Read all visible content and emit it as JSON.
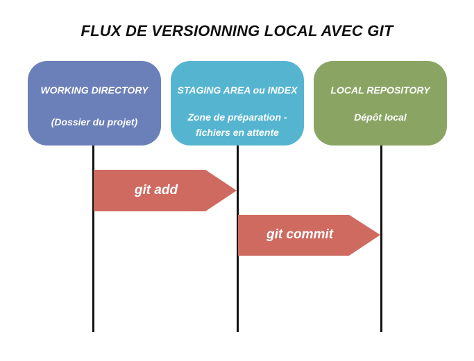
{
  "title": "FLUX DE VERSIONNING LOCAL AVEC GIT",
  "colors": {
    "working_directory": "#6b7fb8",
    "staging_area": "#55b5d1",
    "local_repository": "#8aa563",
    "arrow": "#cf6a60",
    "line": "#111111"
  },
  "lanes": [
    {
      "heading": "WORKING DIRECTORY",
      "subtitle": "(Dossier du projet)"
    },
    {
      "heading": "STAGING AREA ou INDEX",
      "subtitle": "Zone de préparation - fichiers en attente"
    },
    {
      "heading": "LOCAL REPOSITORY",
      "subtitle": "Dépôt local"
    }
  ],
  "arrows": [
    {
      "label": "git add",
      "from": "WORKING DIRECTORY",
      "to": "STAGING AREA ou INDEX"
    },
    {
      "label": "git commit",
      "from": "STAGING AREA ou INDEX",
      "to": "LOCAL REPOSITORY"
    }
  ]
}
